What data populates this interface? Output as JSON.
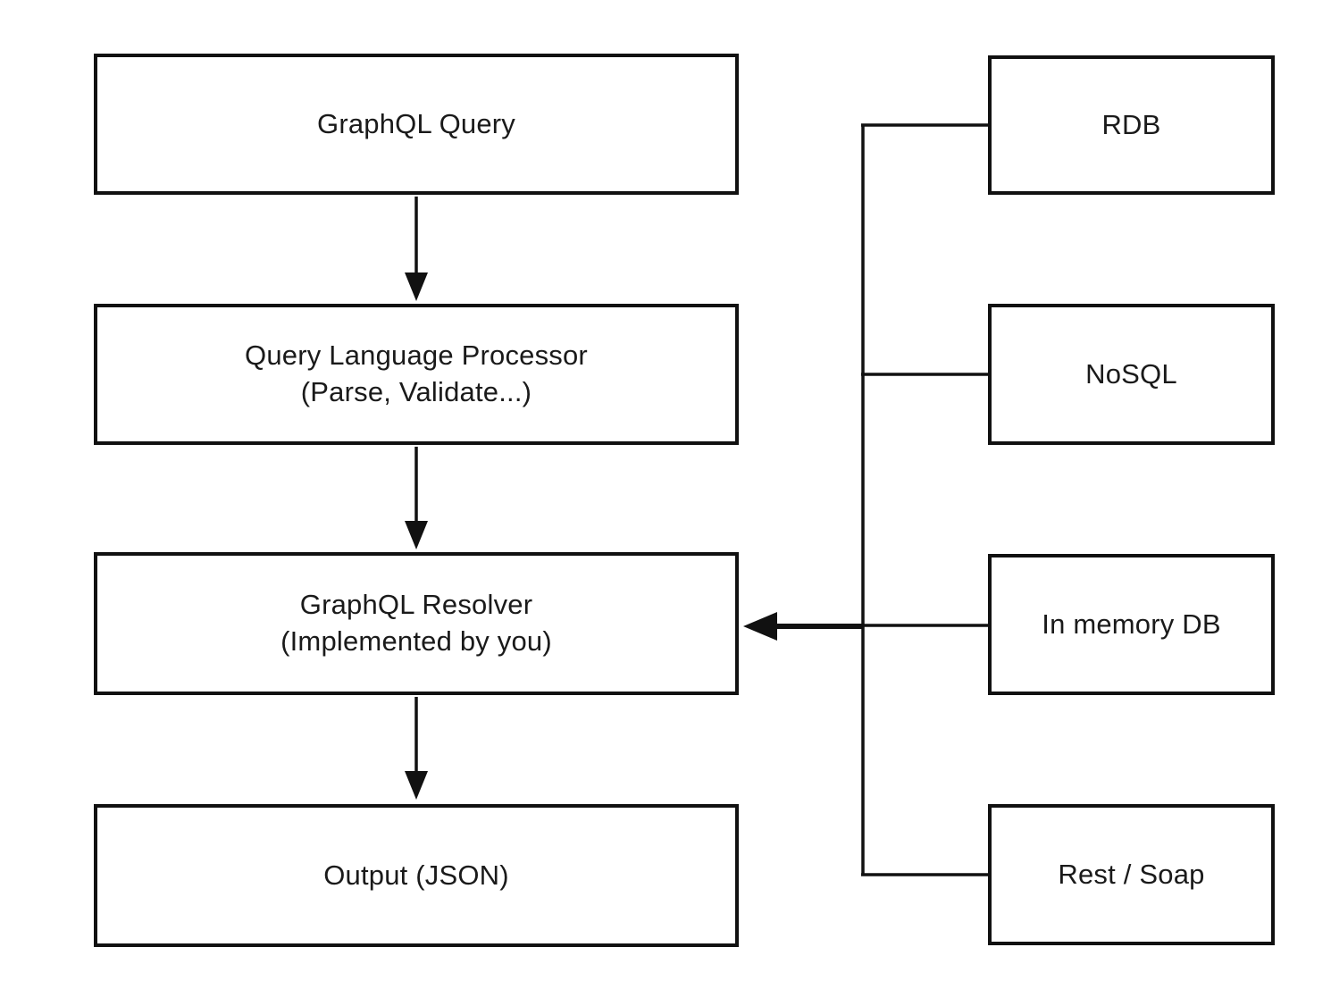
{
  "diagram": {
    "colors": {
      "background": "#ffffff",
      "line": "#111111",
      "text": "#1a1a1a"
    },
    "flow_nodes": [
      {
        "id": "graphql-query",
        "line1": "GraphQL Query",
        "line2": ""
      },
      {
        "id": "query-language-processor",
        "line1": "Query Language Processor",
        "line2": "(Parse, Validate...)"
      },
      {
        "id": "graphql-resolver",
        "line1": "GraphQL Resolver",
        "line2": "(Implemented by you)"
      },
      {
        "id": "output-json",
        "line1": "Output (JSON)",
        "line2": ""
      }
    ],
    "source_nodes": [
      {
        "id": "rdb",
        "label": "RDB"
      },
      {
        "id": "nosql",
        "label": "NoSQL"
      },
      {
        "id": "in-memory-db",
        "label": "In memory DB"
      },
      {
        "id": "rest-soap",
        "label": "Rest / Soap"
      }
    ]
  }
}
